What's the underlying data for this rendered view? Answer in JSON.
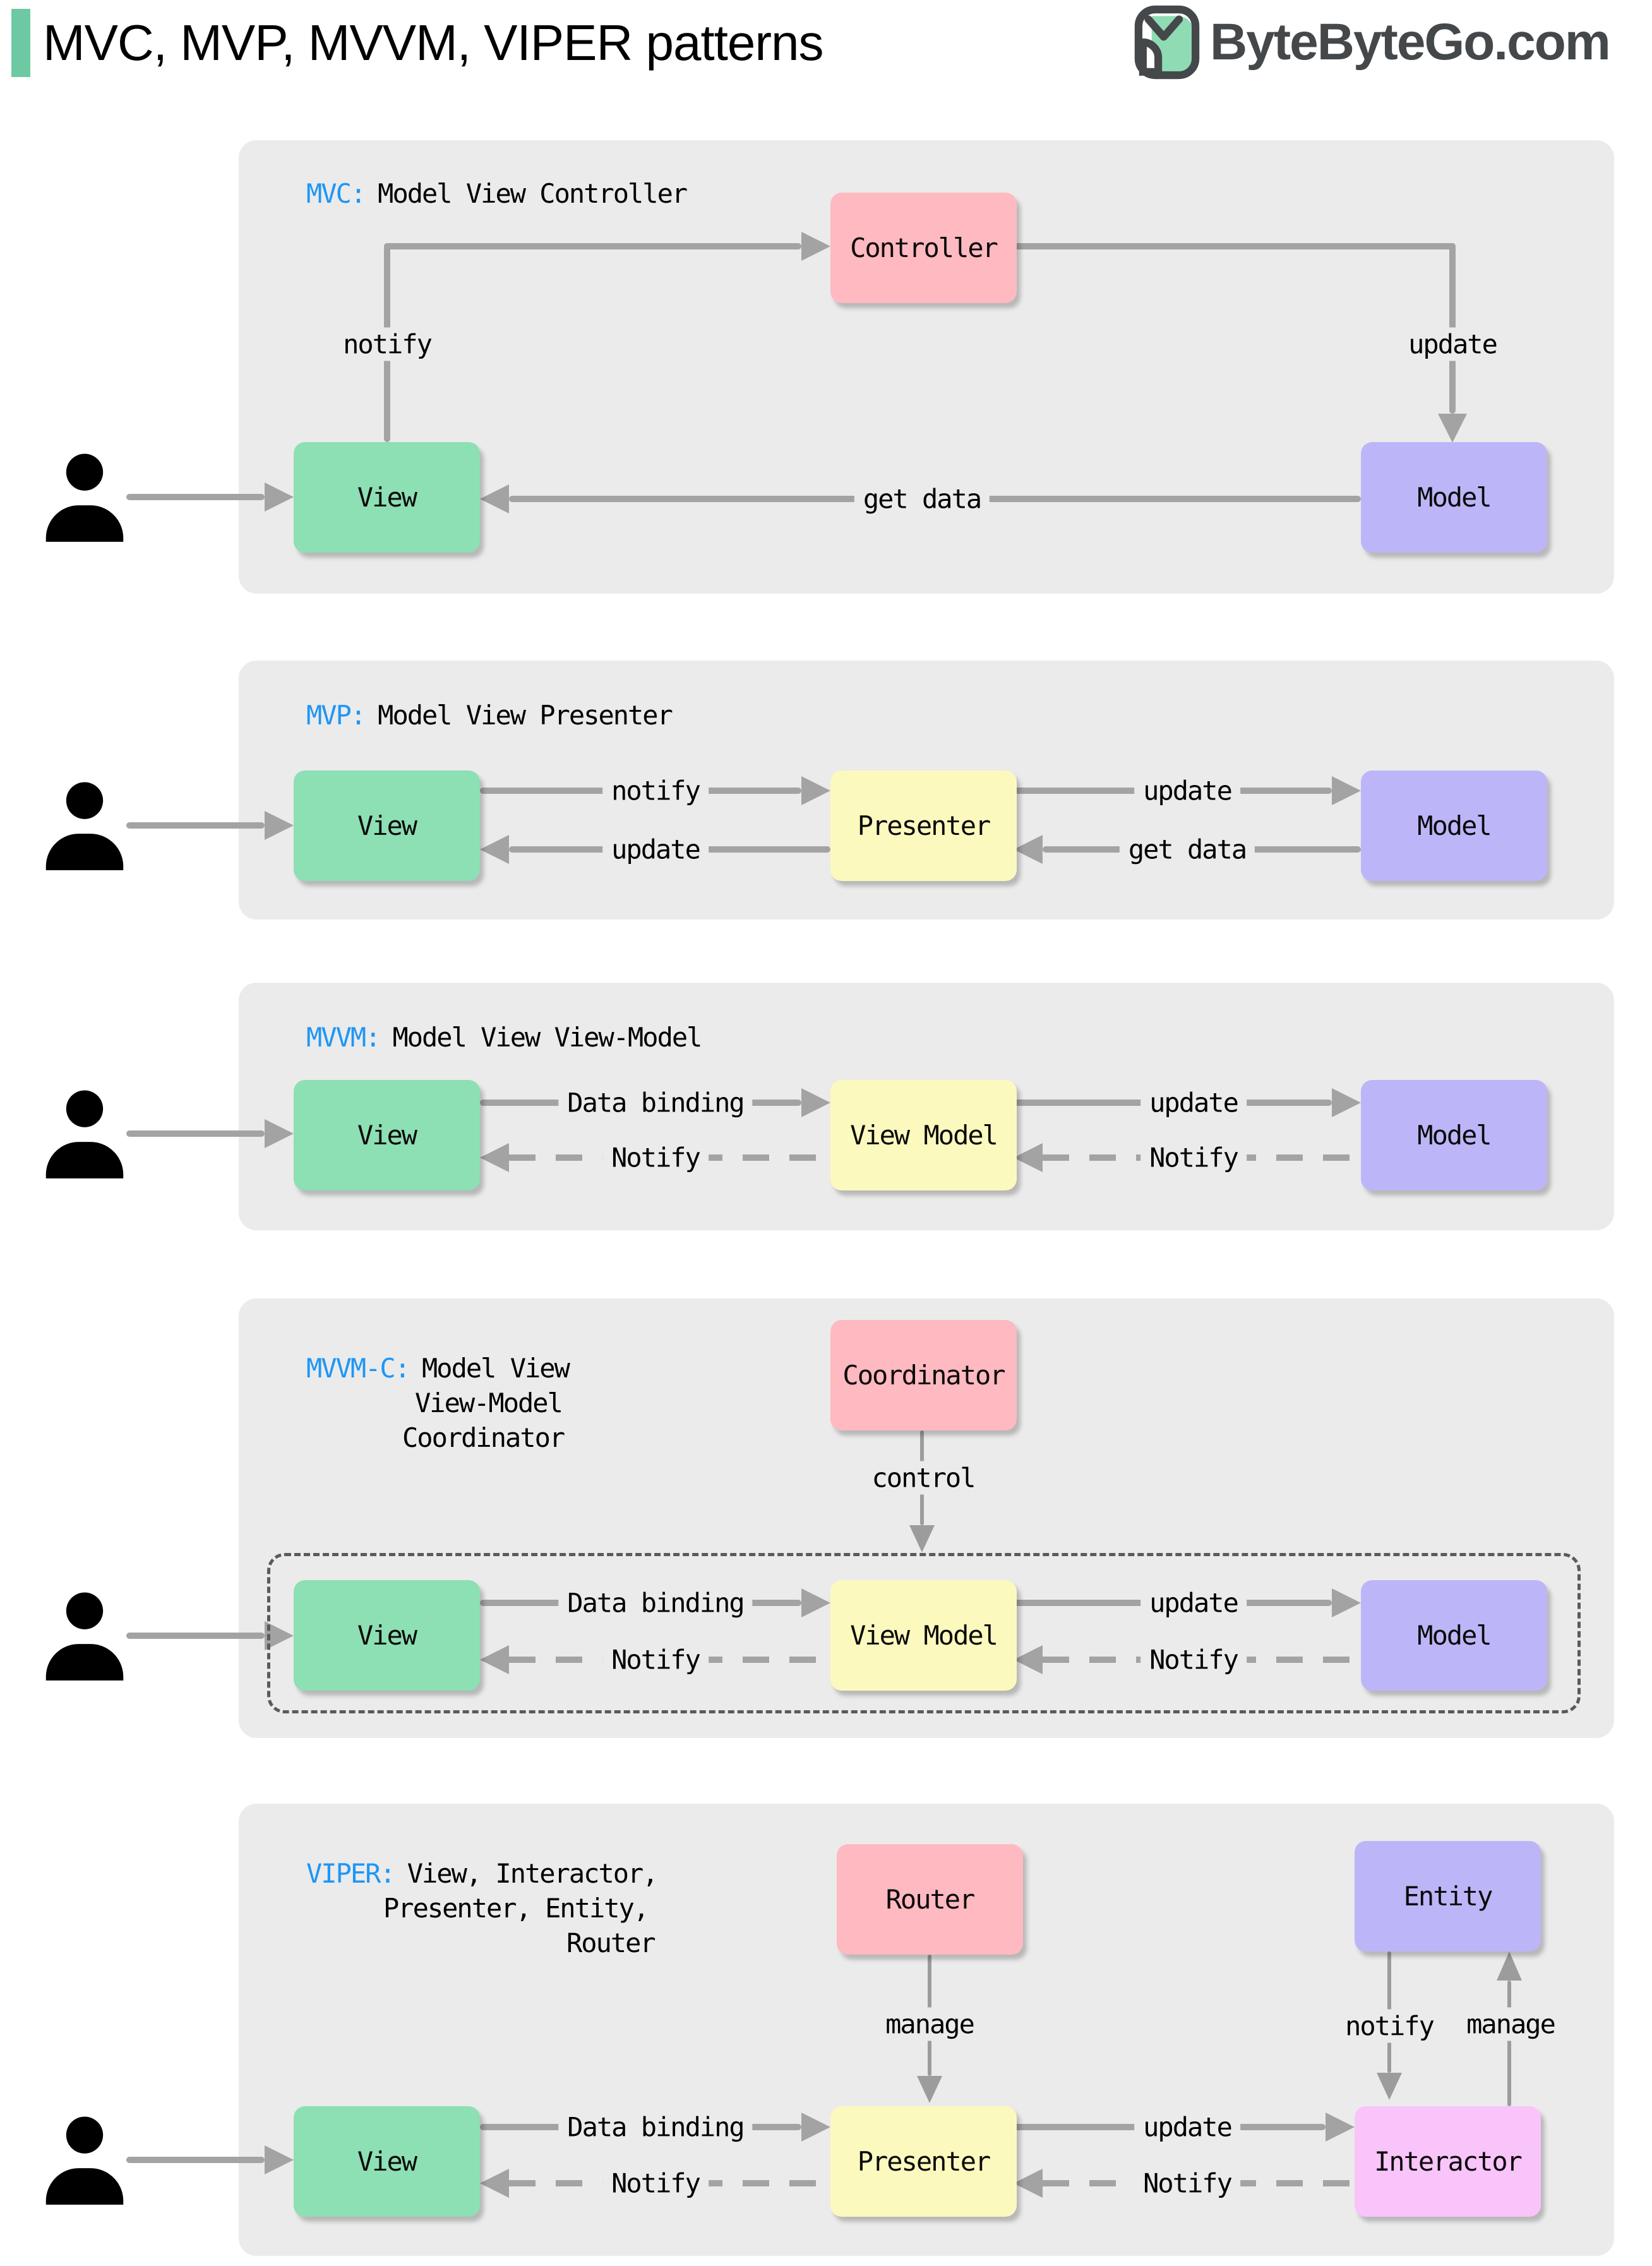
{
  "header": {
    "title": "MVC, MVP, MVVM, VIPER patterns",
    "logo_text": "ByteByteGo.com"
  },
  "colors": {
    "panel_bg": "#ebebeb",
    "view_green": "#8ddfb4",
    "presenter_yellow": "#fcf9be",
    "model_purple": "#bcb6f8",
    "controller_pink": "#ffb9c0",
    "interactor_magenta": "#f9c4fa",
    "arrow_gray": "#a3a3a3",
    "pattern_tag_blue": "#1e96f5",
    "accent_green": "#6cc9a1",
    "logo_gray": "#45484a"
  },
  "icons": {
    "user": "person-silhouette",
    "logo": "bytebytego-owl"
  },
  "panels": {
    "mvc": {
      "tag": "MVC:",
      "title": "Model View Controller",
      "nodes": {
        "controller": "Controller",
        "view": "View",
        "model": "Model"
      },
      "arrows": {
        "notify": "notify",
        "update": "update",
        "get_data": "get data"
      }
    },
    "mvp": {
      "tag": "MVP:",
      "title": "Model View Presenter",
      "nodes": {
        "view": "View",
        "presenter": "Presenter",
        "model": "Model"
      },
      "arrows": {
        "notify": "notify",
        "update_view": "update",
        "update_model": "update",
        "get_data": "get data"
      }
    },
    "mvvm": {
      "tag": "MVVM:",
      "title": "Model View View-Model",
      "nodes": {
        "view": "View",
        "view_model": "View Model",
        "model": "Model"
      },
      "arrows": {
        "data_binding": "Data binding",
        "notify_view": "Notify",
        "update": "update",
        "notify_view_model": "Notify"
      }
    },
    "mvvmc": {
      "tag": "MVVM-C:",
      "title_line1": "Model View",
      "title_line2": "View-Model",
      "title_line3": "Coordinator",
      "nodes": {
        "coordinator": "Coordinator",
        "view": "View",
        "view_model": "View Model",
        "model": "Model"
      },
      "arrows": {
        "control": "control",
        "data_binding": "Data binding",
        "notify_view": "Notify",
        "update": "update",
        "notify_view_model": "Notify"
      }
    },
    "viper": {
      "tag": "VIPER:",
      "title_line1": "View, Interactor,",
      "title_line2": "Presenter, Entity,",
      "title_line3": "Router",
      "nodes": {
        "router": "Router",
        "entity": "Entity",
        "view": "View",
        "presenter": "Presenter",
        "interactor": "Interactor"
      },
      "arrows": {
        "manage_presenter": "manage",
        "notify_interactor": "notify",
        "manage_entity": "manage",
        "data_binding": "Data binding",
        "notify_view": "Notify",
        "update": "update",
        "notify_presenter": "Notify"
      }
    }
  }
}
